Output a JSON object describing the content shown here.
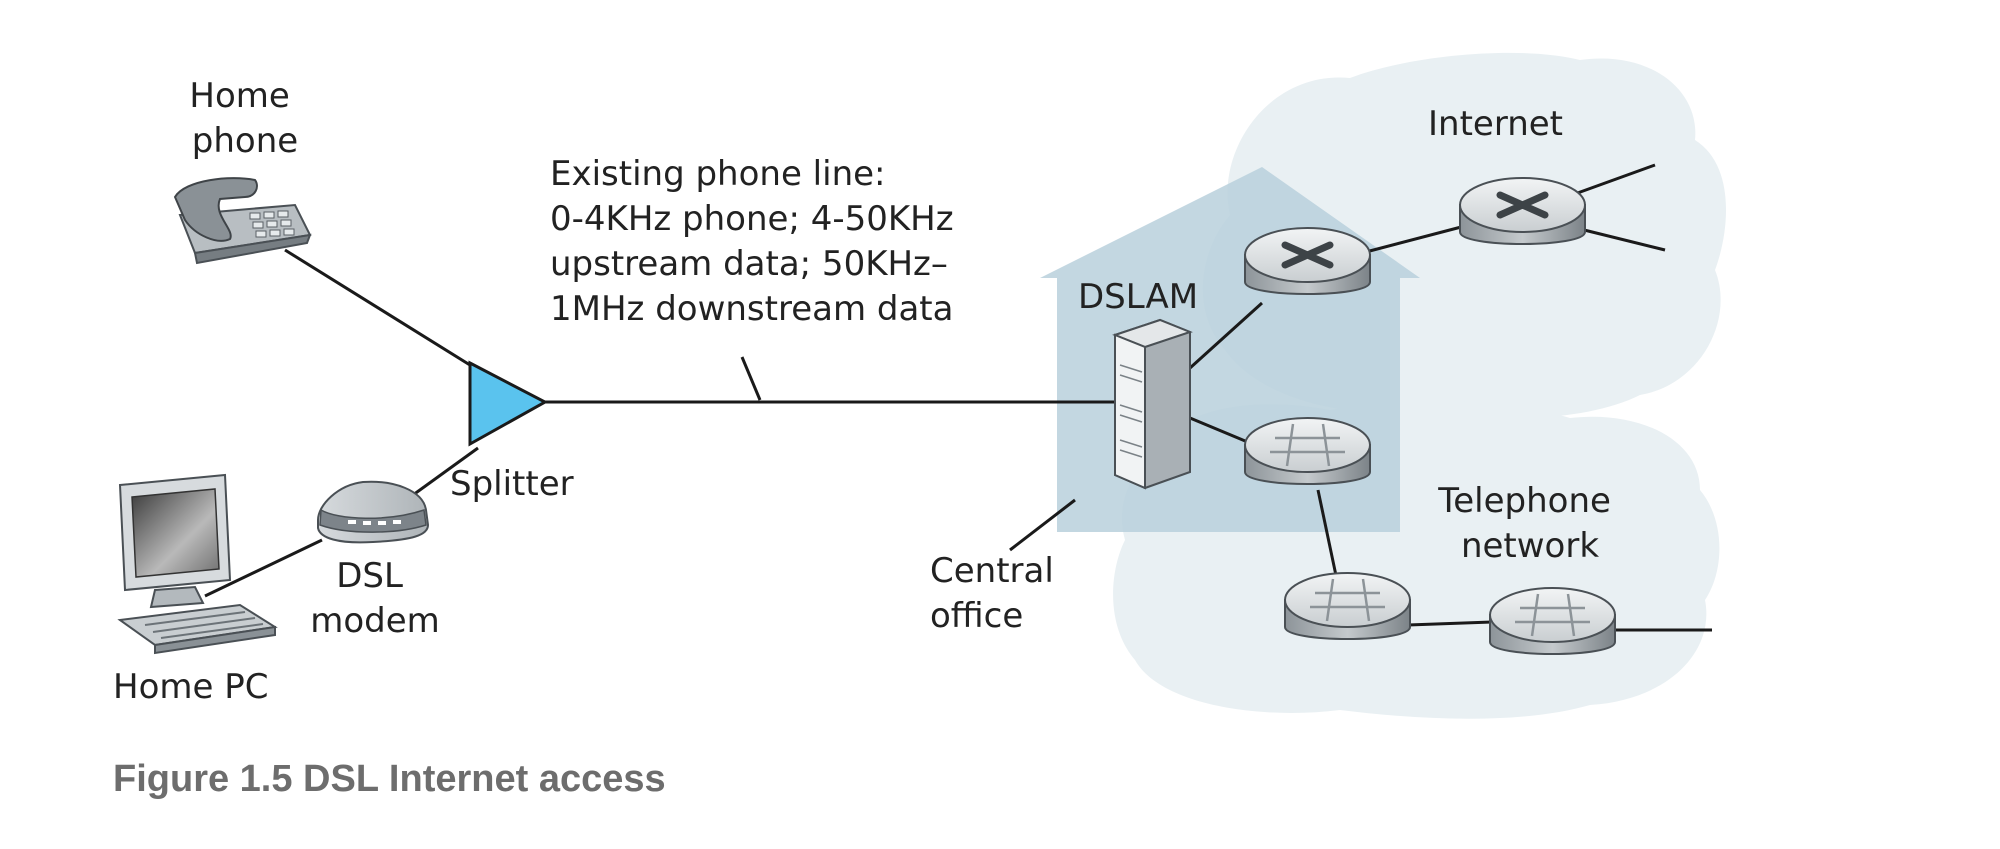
{
  "labels": {
    "home_phone": [
      "Home",
      "phone"
    ],
    "home_pc": "Home PC",
    "dsl_modem": [
      "DSL",
      "modem"
    ],
    "splitter": "Splitter",
    "phone_line": [
      "Existing phone line:",
      "0-4KHz phone; 4-50KHz",
      "upstream data; 50KHz–",
      "1MHz downstream data"
    ],
    "dslam": "DSLAM",
    "central_office": [
      "Central",
      "office"
    ],
    "internet": "Internet",
    "telephone_network": [
      "Telephone",
      "network"
    ]
  },
  "caption": "Figure 1.5 DSL Internet access",
  "colors": {
    "cloud": "#e9f0f3",
    "office": "#b8d0dc",
    "splitter": "#5ac3ee",
    "line": "#1a1a1a"
  }
}
